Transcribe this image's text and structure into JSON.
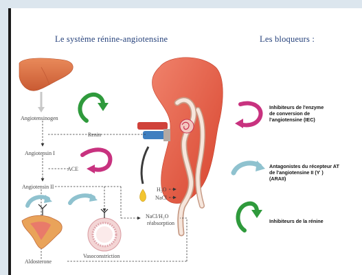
{
  "title_left": "Le système rénine-angiotensine",
  "title_right": "Les bloqueurs :",
  "labels": {
    "angiotensinogen": "Angiotensinogen",
    "renin": "Renin",
    "angiotensin1": "Angiotensin I",
    "ace": "ACE",
    "angiotensin2": "Angiotensin II",
    "h2o": "H₂O",
    "nacl": "NaCl",
    "nacl_h2o": "NaCl/H₂O",
    "reabsorption": "réabsorption",
    "vasoconstriction": "Vasoconstriction",
    "aldosterone": "Aldosterone"
  },
  "legend": {
    "iec": [
      "Inhibiteurs de l'enzyme",
      "de conversion de",
      "l'angiotensine (IEC)"
    ],
    "arai": [
      "Antagonistes du récepteur AT",
      "de l'angiotensine II (Ƴ )",
      "(ARAII)"
    ],
    "renin_inhib": [
      "Inhibiteurs de la rénine"
    ]
  },
  "colors": {
    "iec_arrow": "#c8327f",
    "arai_arrow": "#8fc2cf",
    "renin_arrow": "#2f9a3c",
    "title": "#24407a",
    "kidney": "#e8604a",
    "liver": "#e07a4c"
  },
  "icons": [
    "liver-icon",
    "kidney-icon",
    "adrenal-gland-icon",
    "blood-vessel-icon",
    "receptor-icon"
  ]
}
